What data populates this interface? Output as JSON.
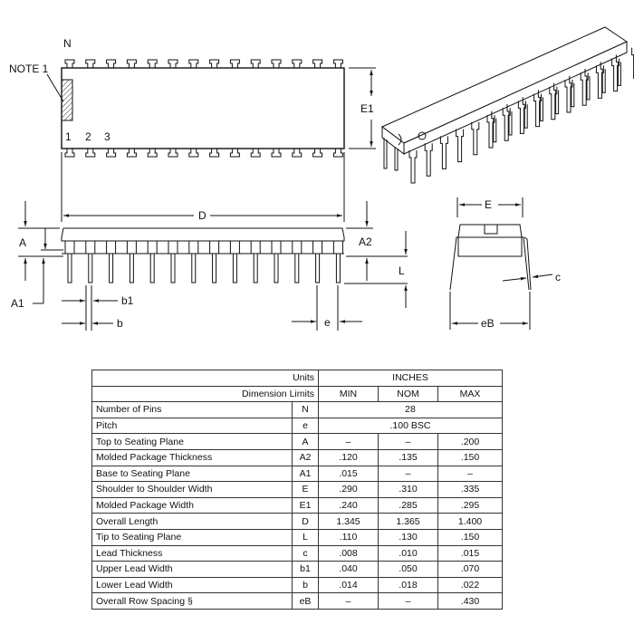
{
  "drawing": {
    "labels": {
      "N": "N",
      "note1": "NOTE 1",
      "pin1": "1",
      "pin2": "2",
      "pin3": "3",
      "D": "D",
      "E1": "E1",
      "A": "A",
      "A1": "A1",
      "A2": "A2",
      "L": "L",
      "b1": "b1",
      "b": "b",
      "e": "e",
      "E": "E",
      "c": "c",
      "eB": "eB"
    },
    "pins_per_side": 14
  },
  "table": {
    "units_label": "Units",
    "units_value": "INCHES",
    "limits_label": "Dimension Limits",
    "min_label": "MIN",
    "nom_label": "NOM",
    "max_label": "MAX",
    "rows": [
      {
        "name": "Number of Pins",
        "sym": "N",
        "span": "28"
      },
      {
        "name": "Pitch",
        "sym": "e",
        "span": ".100 BSC"
      },
      {
        "name": "Top to Seating Plane",
        "sym": "A",
        "min": "–",
        "nom": "–",
        "max": ".200"
      },
      {
        "name": "Molded Package Thickness",
        "sym": "A2",
        "min": ".120",
        "nom": ".135",
        "max": ".150"
      },
      {
        "name": "Base to Seating Plane",
        "sym": "A1",
        "min": ".015",
        "nom": "–",
        "max": "–"
      },
      {
        "name": "Shoulder to Shoulder Width",
        "sym": "E",
        "min": ".290",
        "nom": ".310",
        "max": ".335"
      },
      {
        "name": "Molded Package Width",
        "sym": "E1",
        "min": ".240",
        "nom": ".285",
        "max": ".295"
      },
      {
        "name": "Overall Length",
        "sym": "D",
        "min": "1.345",
        "nom": "1.365",
        "max": "1.400"
      },
      {
        "name": "Tip to Seating Plane",
        "sym": "L",
        "min": ".110",
        "nom": ".130",
        "max": ".150"
      },
      {
        "name": "Lead Thickness",
        "sym": "c",
        "min": ".008",
        "nom": ".010",
        "max": ".015"
      },
      {
        "name": "Upper Lead Width",
        "sym": "b1",
        "min": ".040",
        "nom": ".050",
        "max": ".070"
      },
      {
        "name": "Lower Lead Width",
        "sym": "b",
        "min": ".014",
        "nom": ".018",
        "max": ".022"
      },
      {
        "name": "Overall Row Spacing  §",
        "sym": "eB",
        "min": "–",
        "nom": "–",
        "max": ".430"
      }
    ]
  }
}
